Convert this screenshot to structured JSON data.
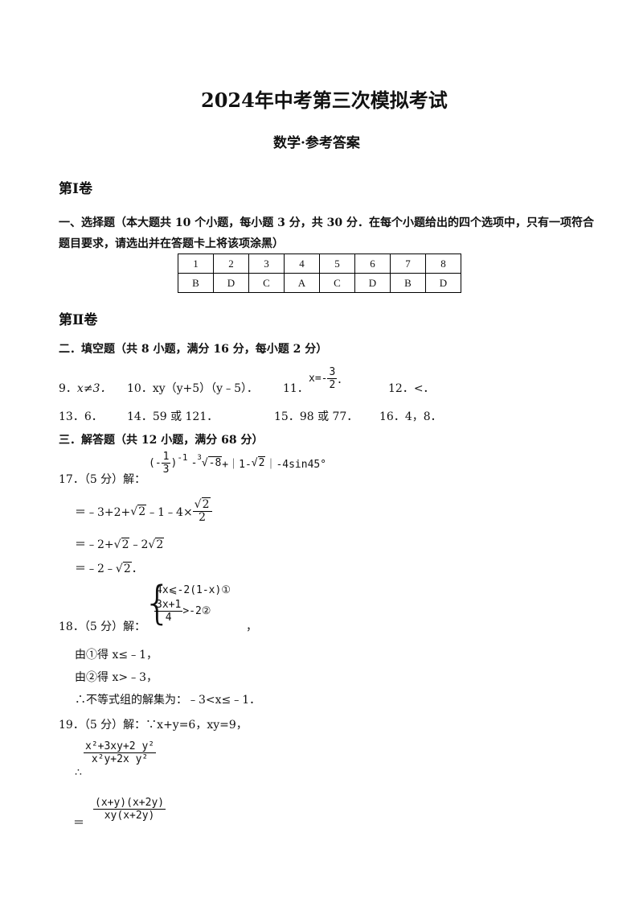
{
  "header": {
    "title": "2024年中考第三次模拟考试",
    "subtitle": "数学·参考答案"
  },
  "vol1": {
    "heading": "第Ⅰ卷",
    "section_line1": "一、选择题（本大题共 10 个小题，每小题 3 分，共 30 分．在每个小题给出的四个选项中，只有一项符合",
    "section_line2": "题目要求，请选出并在答题卡上将该项涂黑）",
    "table": {
      "numbers": [
        "1",
        "2",
        "3",
        "4",
        "5",
        "6",
        "7",
        "8"
      ],
      "answers": [
        "B",
        "D",
        "C",
        "A",
        "C",
        "D",
        "B",
        "D"
      ]
    }
  },
  "vol2": {
    "heading": "第Ⅱ卷",
    "fill_section": "二．填空题（共 8 小题，满分 16 分，每小题 2 分）",
    "fill": {
      "q9_num": "9．",
      "q9_ans": "x≠3．",
      "q10_num": "10．",
      "q10_ans": "xy（y+5）（y﹣5）．",
      "q11_num": "11．",
      "q11_prefix": "x=-",
      "q11_num_top": "3",
      "q11_den": "2",
      "q11_suffix": "．",
      "q12": "12．<．",
      "q13": "13．6．",
      "q14": "14．59 或 121．",
      "q15": "15．98 或 77．",
      "q16": "16．4，8．"
    },
    "solve_section": "三．解答题（共 12 小题，满分 68 分）",
    "q17": {
      "label": "17．（5 分）解：",
      "expr_paren_open": "(-",
      "expr_frac_num": "1",
      "expr_frac_den": "3",
      "expr_paren_close": ")",
      "expr_exp": "-1",
      "expr_root_index": "3",
      "expr_root_rad": "-8",
      "expr_rest1": "+｜1-",
      "expr_rest2": "2",
      "expr_rest3": "｜-4sin45°",
      "step1_a": "＝﹣3+2+",
      "step1_rad": "2",
      "step1_b": "﹣1﹣4×",
      "step1_frac_num": "2",
      "step1_frac_den": "2",
      "step2_a": "＝﹣2+",
      "step2_rad1": "2",
      "step2_b": "﹣2",
      "step2_rad2": "2",
      "step3_a": "＝﹣2﹣",
      "step3_rad": "2",
      "step3_b": "．"
    },
    "q18": {
      "label": "18．（5 分）解：",
      "ineq1": "4x⩽-2(1-x)①",
      "ineq2_num": "3x+1",
      "ineq2_den": "4",
      "ineq2_rest": ">-2②",
      "comma": "，",
      "line1": "由①得 x≤﹣1，",
      "line2": "由②得 x>﹣3，",
      "line3": "∴不等式组的解集为：﹣3<x≤﹣1．"
    },
    "q19": {
      "label": "19．（5 分）解：∵x+y=6，xy=9，",
      "therefore": "∴",
      "frac1_num": "x²+3xy+2 y²",
      "frac1_den": "x²y+2x y²",
      "eq": "＝",
      "frac2_num": "(x+y)(x+2y)",
      "frac2_den": "xy(x+2y)"
    }
  }
}
